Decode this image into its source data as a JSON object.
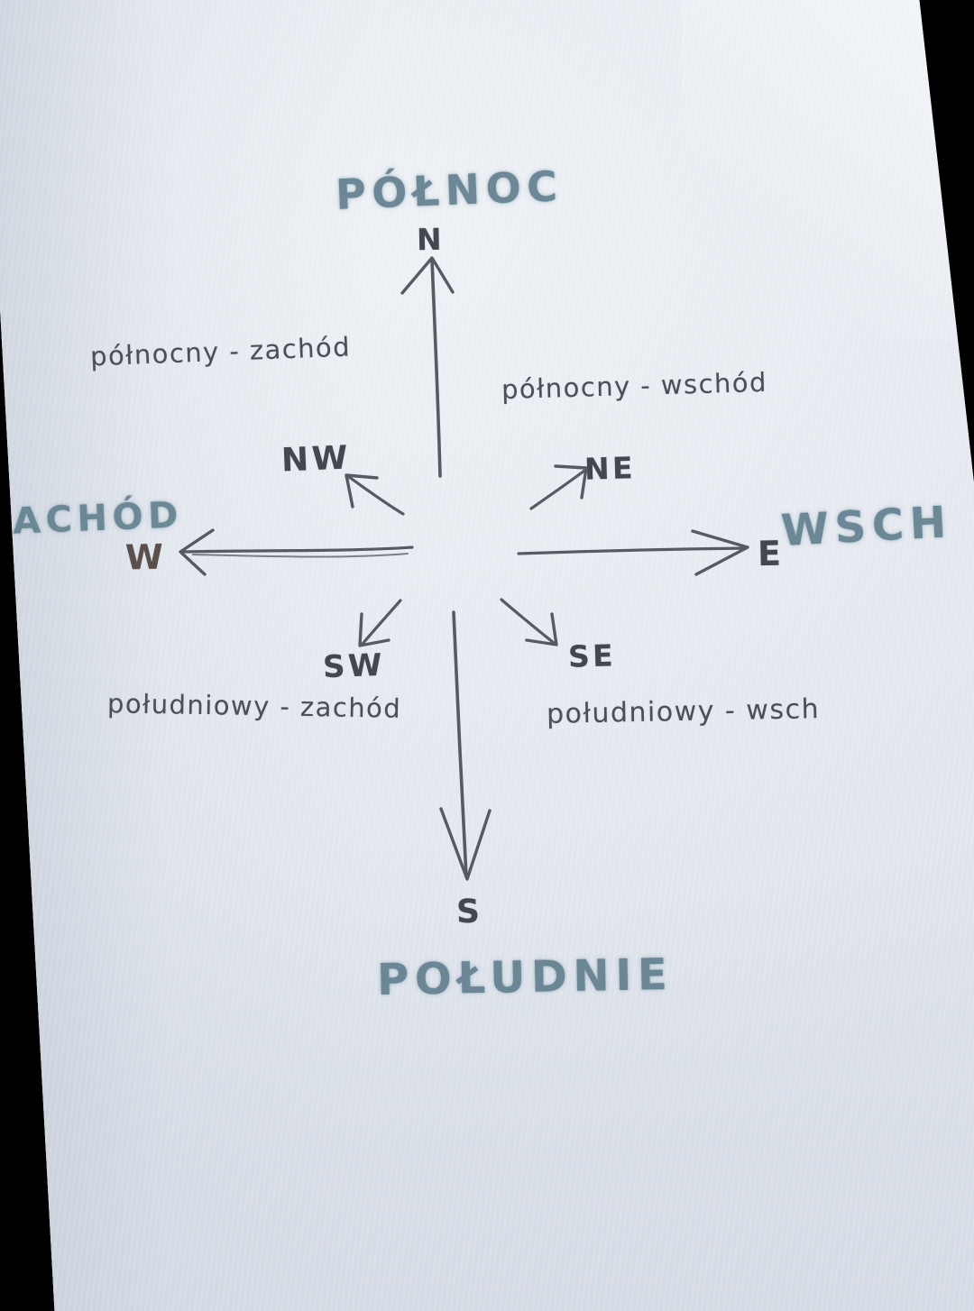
{
  "document": {
    "kind": "handwritten-notebook-page",
    "language": "Polish",
    "subject": "Kierunki świata (compass rose)",
    "paper_color": "#e7ebf1",
    "background_color": "#000000",
    "marker_color": "#62808f",
    "pencil_color": "#4c4f57"
  },
  "cardinal": {
    "north": {
      "full_label": "PÓŁNOC",
      "abbr": "N",
      "arrow": "arrow-up"
    },
    "south": {
      "full_label": "POŁUDNIE",
      "abbr": "S",
      "arrow": "arrow-down"
    },
    "west": {
      "full_label": "ACHÓD",
      "full_label_complete": "ZACHÓD",
      "abbr": "W",
      "arrow": "arrow-left",
      "clipped": "left"
    },
    "east": {
      "full_label": "WSCH",
      "full_label_complete": "WSCHÓD",
      "abbr": "E",
      "arrow": "arrow-right",
      "clipped": "right"
    }
  },
  "intercardinal": {
    "northwest": {
      "abbr": "NW",
      "description": "północny - zachód",
      "arrow": "arrow-up-left"
    },
    "northeast": {
      "abbr": "NE",
      "description": "północny - wschód",
      "arrow": "arrow-up-right"
    },
    "southwest": {
      "abbr": "SW",
      "description": "południowy - zachód",
      "arrow": "arrow-down-left"
    },
    "southeast": {
      "abbr": "SE",
      "description": "południowy - wsch",
      "description_complete": "południowy - wschód",
      "arrow": "arrow-down-right",
      "clipped": "right"
    }
  }
}
